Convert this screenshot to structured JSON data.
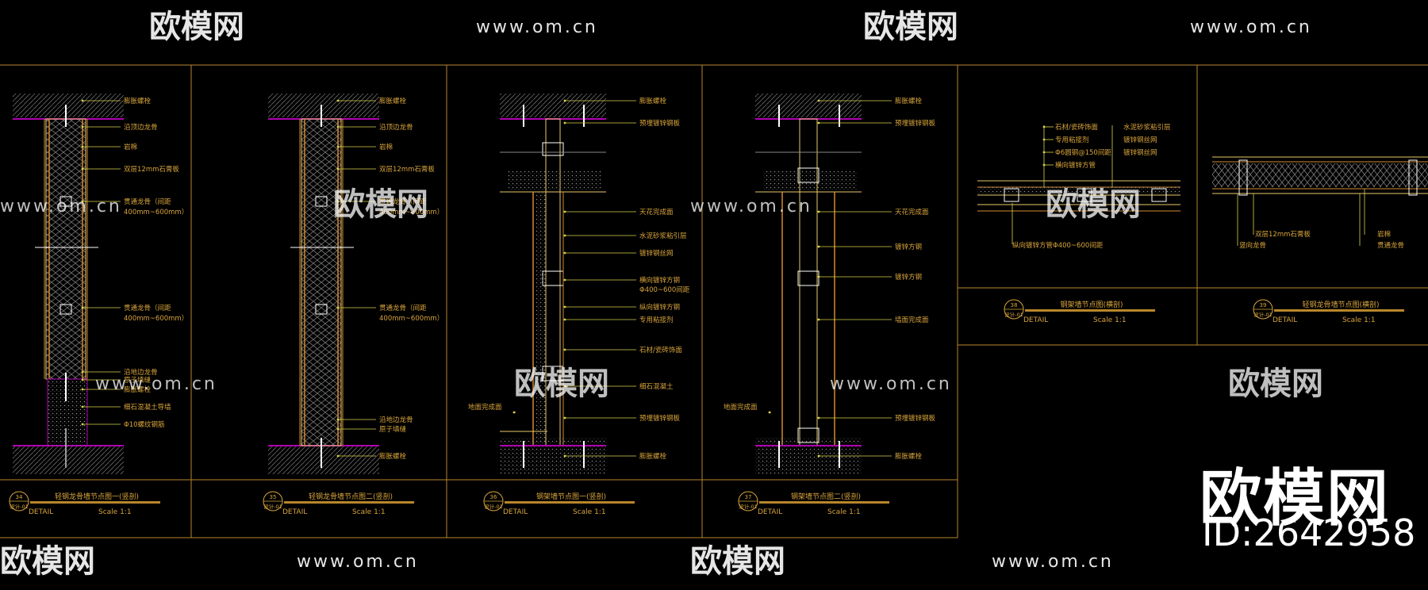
{
  "colors": {
    "frame": "#b8862b",
    "label": "#d8a43c",
    "dim": "#d9d24a",
    "drawing": "#e8c86a",
    "magenta": "#b000b0",
    "hatch": "#7a7a7a",
    "white": "#ffffff"
  },
  "watermark": {
    "brand": "欧模网",
    "url": "www.om.cn",
    "id_text": "ID:2642958"
  },
  "panels": [
    {
      "number": "34",
      "sheet": "设计-01",
      "title": "轻钢龙骨墙节点图一(竖剖)",
      "detail": "DETAIL",
      "scale": "Scale 1:1",
      "labels": [
        "膨胀螺栓",
        "沿顶边龙骨",
        "岩棉",
        "双层12mm石膏板",
        "贯通龙骨（间距",
        "400mm~600mm）",
        "贯通龙骨（间距",
        "400mm~600mm）",
        "沿地边龙骨",
        "原子填缝",
        "膨胀螺栓",
        "细石混凝土导墙",
        "Φ10螺纹钢筋"
      ]
    },
    {
      "number": "35",
      "sheet": "设计-01",
      "title": "轻钢龙骨墙节点图二(竖剖)",
      "detail": "DETAIL",
      "scale": "Scale 1:1",
      "labels": [
        "膨胀螺栓",
        "沿顶边龙骨",
        "岩棉",
        "双层12mm石膏板",
        "贯通龙骨（间距",
        "400mm~600mm）",
        "贯通龙骨（间距",
        "400mm~600mm）",
        "沿地边龙骨",
        "原子填缝",
        "膨胀螺栓"
      ]
    },
    {
      "number": "36",
      "sheet": "设计-01",
      "title": "钢架墙节点图一(竖剖)",
      "detail": "DETAIL",
      "scale": "Scale 1:1",
      "labels": [
        "膨胀螺栓",
        "预埋镀锌钢板",
        "天花完成面",
        "水泥砂浆粘引层",
        "镀锌钢丝网",
        "横向镀锌方钢",
        "Φ400~600间距",
        "纵向镀锌方钢",
        "专用粘接剂",
        "石材/瓷砖饰面",
        "细石混凝土",
        "预埋镀锌钢板",
        "膨胀螺栓"
      ],
      "left_label": "地面完成面"
    },
    {
      "number": "37",
      "sheet": "设计-01",
      "title": "钢架墙节点图二(竖剖)",
      "detail": "DETAIL",
      "scale": "Scale 1:1",
      "labels": [
        "膨胀螺栓",
        "预埋镀锌钢板",
        "天花完成面",
        "镀锌方钢",
        "镀锌方钢",
        "墙面完成面",
        "预埋镀锌钢板",
        "膨胀螺栓"
      ],
      "left_label": "地面完成面"
    },
    {
      "number": "38",
      "sheet": "设计-01",
      "title": "钢架墙节点图(横剖)",
      "detail": "DETAIL",
      "scale": "Scale 1:1",
      "labels_left": [
        "石材/瓷砖饰面",
        "专用粘接剂",
        "Φ6圆钢@150间距",
        "横向镀锌方管"
      ],
      "labels_right": [
        "水泥砂浆粘引层",
        "镀锌钢丝网",
        "镀锌钢丝网"
      ],
      "bottom_label": "纵向镀锌方管Φ400~600间距"
    },
    {
      "number": "39",
      "sheet": "设计-01",
      "title": "轻钢龙骨墙节点图(横剖)",
      "detail": "DETAIL",
      "scale": "Scale 1:1",
      "labels_bottom": [
        "双层12mm石膏板",
        "竖向龙骨"
      ],
      "labels_right": [
        "岩棉",
        "贯通龙骨"
      ]
    }
  ]
}
